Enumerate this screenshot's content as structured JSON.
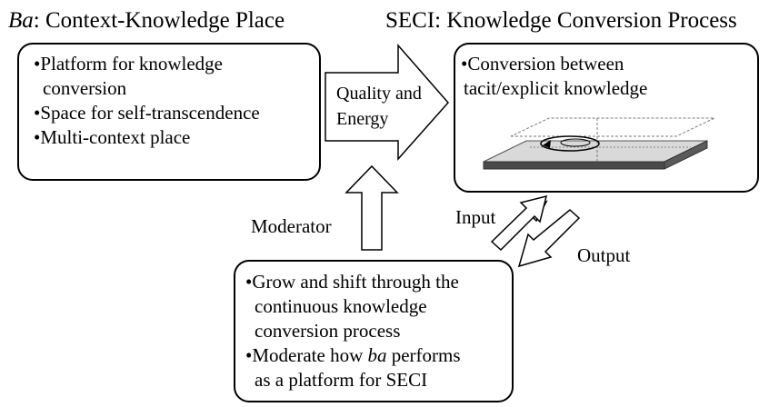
{
  "left_box": {
    "title_italic": "Ba",
    "title_rest": ": Context-Knowledge Place",
    "bullets": [
      {
        "lines": [
          "•Platform for knowledge",
          "conversion"
        ]
      },
      {
        "lines": [
          "•Space for self-transcendence"
        ]
      },
      {
        "lines": [
          "•Multi-context place"
        ]
      }
    ]
  },
  "right_box": {
    "title": "SECI: Knowledge Conversion Process",
    "bullet_lines": [
      "•Conversion between",
      "tacit/explicit knowledge"
    ]
  },
  "big_arrow": {
    "line1": "Quality and",
    "line2": "Energy"
  },
  "moderator_label": "Moderator",
  "input_label": "Input",
  "output_label": "Output",
  "bottom_box": {
    "bullet1_lines": [
      "•Grow and shift through the",
      "continuous knowledge",
      "conversion process"
    ],
    "bullet2_line1_pre": "•Moderate how ",
    "bullet2_line1_italic": "ba",
    "bullet2_line1_post": " performs",
    "bullet2_line2": "as a platform for SECI"
  }
}
